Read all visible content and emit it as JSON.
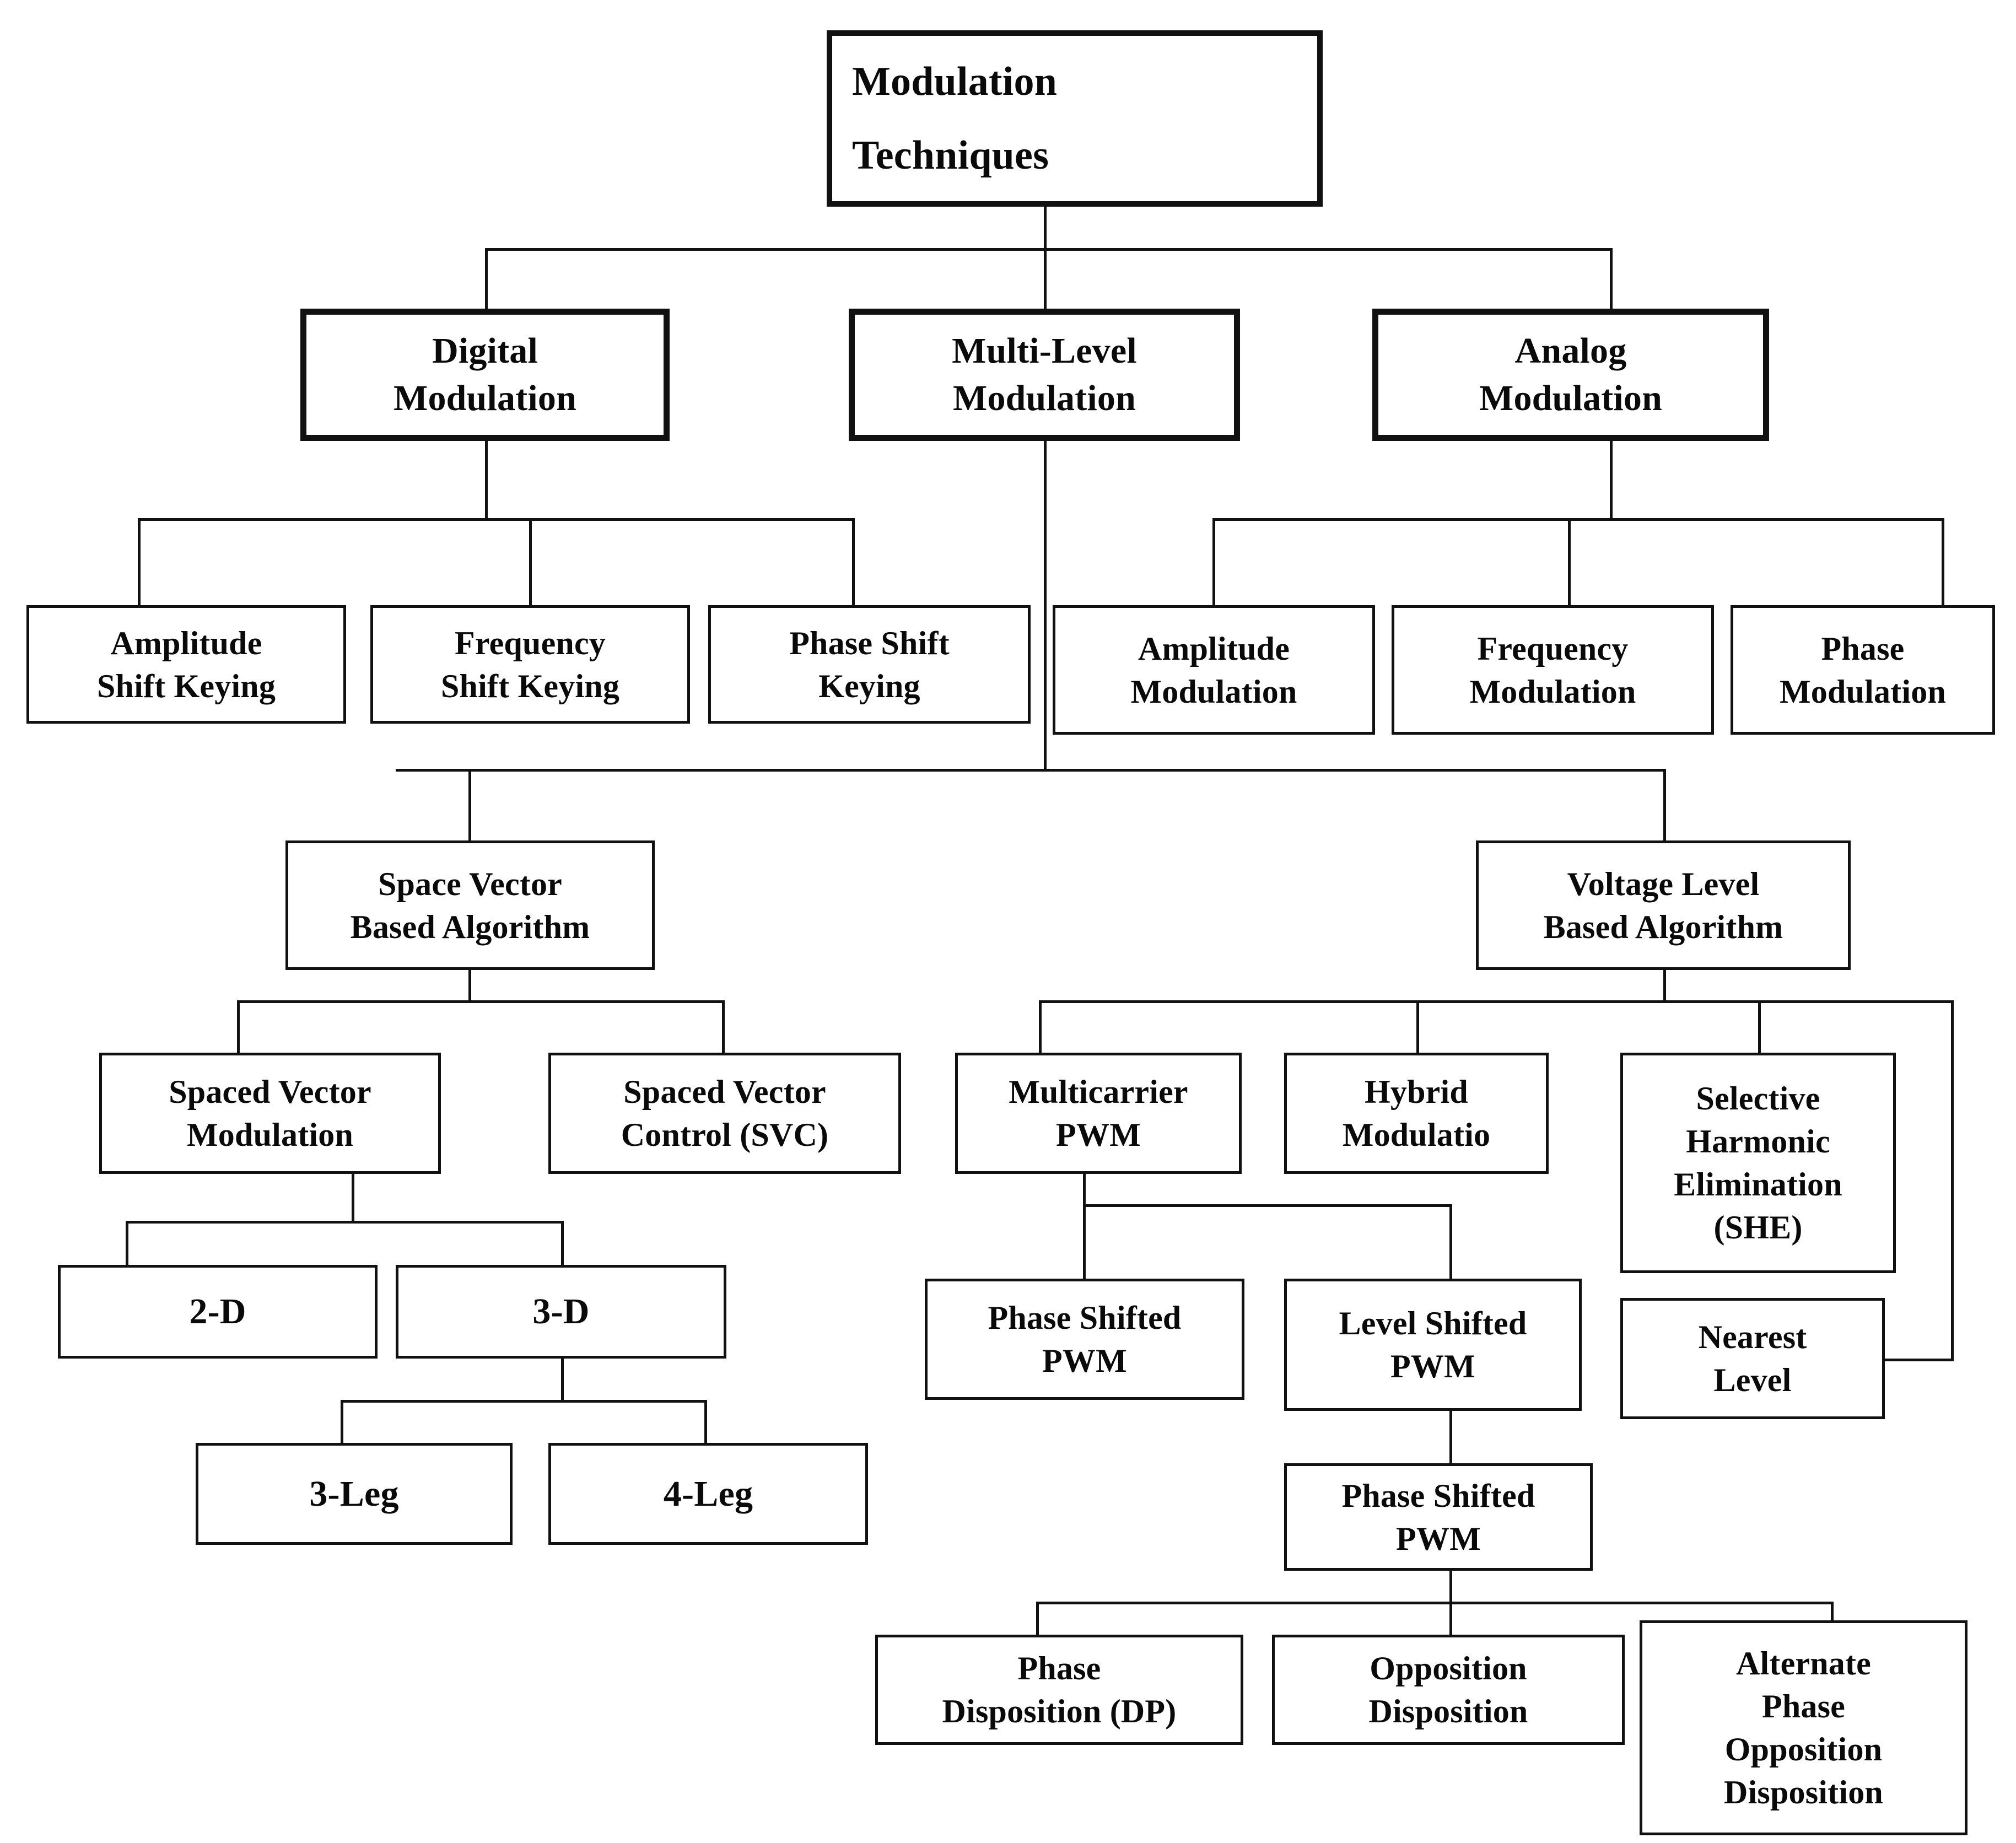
{
  "diagram": {
    "title": "Modulation Techniques Classification Tree",
    "type": "hierarchy-tree",
    "colors": {
      "box_border": "#111111",
      "box_fill": "#ffffff",
      "connector": "#111111",
      "text": "#0a0a0a"
    }
  },
  "nodes": {
    "root": {
      "line1": "Modulation",
      "line2": "Techniques"
    },
    "digital": {
      "line1": "Digital",
      "line2": "Modulation"
    },
    "multilevel": {
      "line1": "Multi-Level",
      "line2": "Modulation"
    },
    "analog": {
      "line1": "Analog",
      "line2": "Modulation"
    },
    "ask": {
      "line1": "Amplitude",
      "line2": "Shift Keying"
    },
    "fsk": {
      "line1": "Frequency",
      "line2": "Shift Keying"
    },
    "psk": {
      "line1": "Phase Shift",
      "line2": "Keying"
    },
    "am": {
      "line1": "Amplitude",
      "line2": "Modulation"
    },
    "fm": {
      "line1": "Frequency",
      "line2": "Modulation"
    },
    "pm": {
      "line1": "Phase",
      "line2": "Modulation"
    },
    "svba": {
      "line1": "Space Vector",
      "line2": "Based Algorithm"
    },
    "vlba": {
      "line1": "Voltage Level",
      "line2": "Based Algorithm"
    },
    "svm": {
      "line1": "Spaced Vector",
      "line2": "Modulation"
    },
    "svc": {
      "line1": "Spaced Vector",
      "line2": "Control (SVC)"
    },
    "twod": {
      "line1": "2-D"
    },
    "threed": {
      "line1": "3-D"
    },
    "threeleg": {
      "line1": "3-Leg"
    },
    "fourleg": {
      "line1": "4-Leg"
    },
    "mcpwm": {
      "line1": "Multicarrier",
      "line2": "PWM"
    },
    "hybrid": {
      "line1": "Hybrid",
      "line2": "Modulatio"
    },
    "she": {
      "line1": "Selective",
      "line2": "Harmonic",
      "line3": "Elimination",
      "line4": "(SHE)"
    },
    "nearest": {
      "line1": "Nearest",
      "line2": "Level"
    },
    "pspwm1": {
      "line1": "Phase Shifted",
      "line2": "PWM"
    },
    "lspwm": {
      "line1": "Level Shifted",
      "line2": "PWM"
    },
    "pspwm2": {
      "line1": "Phase Shifted",
      "line2": "PWM"
    },
    "pd": {
      "line1": "Phase",
      "line2": "Disposition (DP)"
    },
    "od": {
      "line1": "Opposition",
      "line2": "Disposition"
    },
    "apod": {
      "line1": "Alternate",
      "line2": "Phase",
      "line3": "Opposition",
      "line4": "Disposition"
    }
  },
  "chart_data": {
    "type": "tree",
    "title": "Modulation Techniques",
    "edges": [
      [
        "Modulation Techniques",
        "Digital Modulation"
      ],
      [
        "Modulation Techniques",
        "Multi-Level Modulation"
      ],
      [
        "Modulation Techniques",
        "Analog Modulation"
      ],
      [
        "Digital Modulation",
        "Amplitude Shift Keying"
      ],
      [
        "Digital Modulation",
        "Frequency Shift Keying"
      ],
      [
        "Digital Modulation",
        "Phase Shift Keying"
      ],
      [
        "Analog Modulation",
        "Amplitude Modulation"
      ],
      [
        "Analog Modulation",
        "Frequency Modulation"
      ],
      [
        "Analog Modulation",
        "Phase Modulation"
      ],
      [
        "Multi-Level Modulation",
        "Space Vector Based Algorithm"
      ],
      [
        "Multi-Level Modulation",
        "Voltage Level Based Algorithm"
      ],
      [
        "Space Vector Based Algorithm",
        "Spaced Vector Modulation"
      ],
      [
        "Space Vector Based Algorithm",
        "Spaced Vector Control (SVC)"
      ],
      [
        "Spaced Vector Modulation",
        "2-D"
      ],
      [
        "Spaced Vector Modulation",
        "3-D"
      ],
      [
        "3-D",
        "3-Leg"
      ],
      [
        "3-D",
        "4-Leg"
      ],
      [
        "Voltage Level Based Algorithm",
        "Multicarrier PWM"
      ],
      [
        "Voltage Level Based Algorithm",
        "Hybrid Modulatio"
      ],
      [
        "Voltage Level Based Algorithm",
        "Selective Harmonic Elimination (SHE)"
      ],
      [
        "Voltage Level Based Algorithm",
        "Nearest Level"
      ],
      [
        "Multicarrier PWM",
        "Phase Shifted PWM"
      ],
      [
        "Multicarrier PWM",
        "Level Shifted PWM"
      ],
      [
        "Level Shifted PWM",
        "Phase Shifted PWM"
      ],
      [
        "Phase Shifted PWM",
        "Phase Disposition (DP)"
      ],
      [
        "Phase Shifted PWM",
        "Opposition Disposition"
      ],
      [
        "Phase Shifted PWM",
        "Alternate Phase Opposition Disposition"
      ]
    ]
  }
}
